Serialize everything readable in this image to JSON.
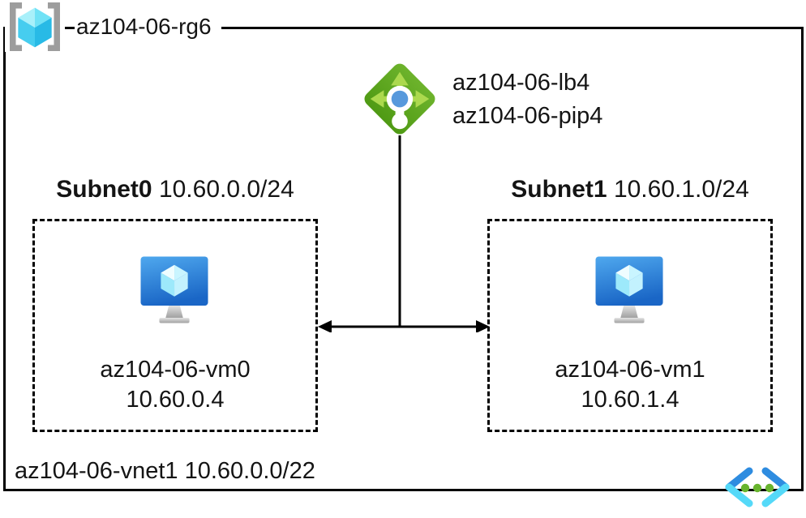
{
  "resource_group": {
    "name": "az104-06-rg6"
  },
  "load_balancer": {
    "name": "az104-06-lb4",
    "public_ip_name": "az104-06-pip4"
  },
  "subnets": [
    {
      "name": "Subnet0",
      "address_range": "10.60.0.0/24",
      "vm": {
        "name": "az104-06-vm0",
        "ip_address": "10.60.0.4"
      }
    },
    {
      "name": "Subnet1",
      "address_range": "10.60.1.0/24",
      "vm": {
        "name": "az104-06-vm1",
        "ip_address": "10.60.1.4"
      }
    }
  ],
  "virtual_network": {
    "name": "az104-06-vnet1",
    "address_space": "10.60.0.0/22"
  },
  "icons": {
    "resource_group": "resource-group-icon",
    "load_balancer": "load-balancer-icon",
    "virtual_machine": "virtual-machine-icon",
    "virtual_network": "virtual-network-icon"
  },
  "colors": {
    "outline_black": "#000000",
    "bracket_gray": "#9D9D9D",
    "cube_cyan_light": "#A9F0FA",
    "cube_cyan_dark": "#28BAE6",
    "lb_diamond_green": "#5CA81E",
    "lb_arrow_green": "#ACD94E",
    "lb_dot_blue": "#5799DC",
    "vm_monitor_blue_top": "#4FA8EE",
    "vm_monitor_blue_bottom": "#1A66C6",
    "vm_stand_gray": "#ABABAB",
    "vnet_bracket_blue": "#2E8CE0",
    "vnet_bracket_cyan": "#55D9F8",
    "vnet_dot_green": "#68B42E"
  }
}
